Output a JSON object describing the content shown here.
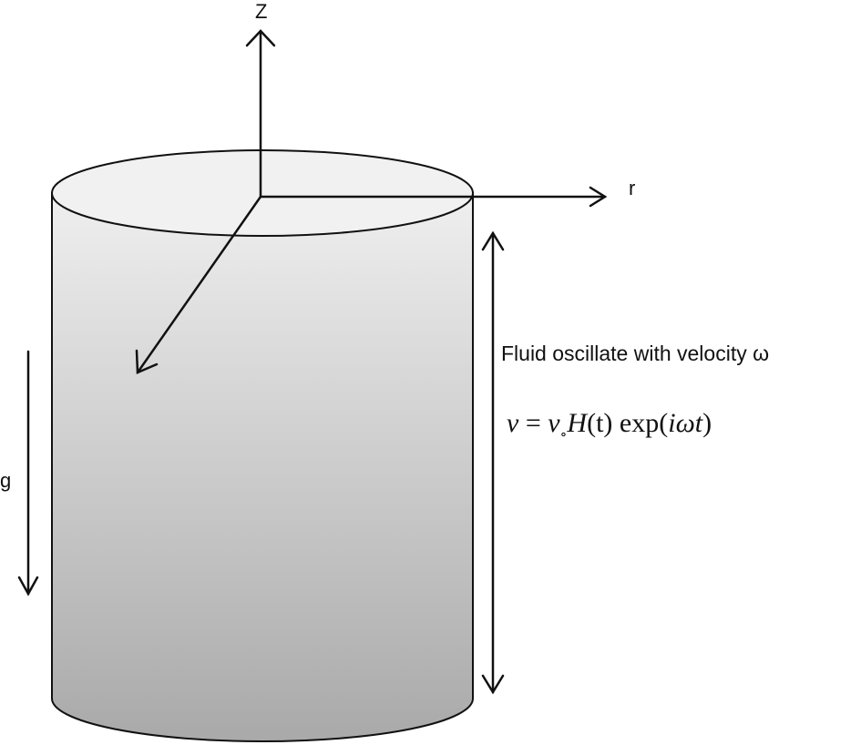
{
  "diagram": {
    "axis_labels": {
      "z": "Z",
      "r": "r"
    },
    "gravity_label": "g",
    "caption": "Fluid oscillate with velocity ω",
    "equation": {
      "v": "v",
      "equals": " = ",
      "v0_base": "v",
      "v0_sub": "∘",
      "H": "H",
      "H_arg": "(t)",
      "exp": " exp(",
      "iwt": "iωt",
      "close": ")"
    },
    "colors": {
      "stroke": "#111111",
      "top_face": "#f1f1f1",
      "body_top": "#efefef",
      "body_bottom": "#a9a9a9"
    }
  }
}
